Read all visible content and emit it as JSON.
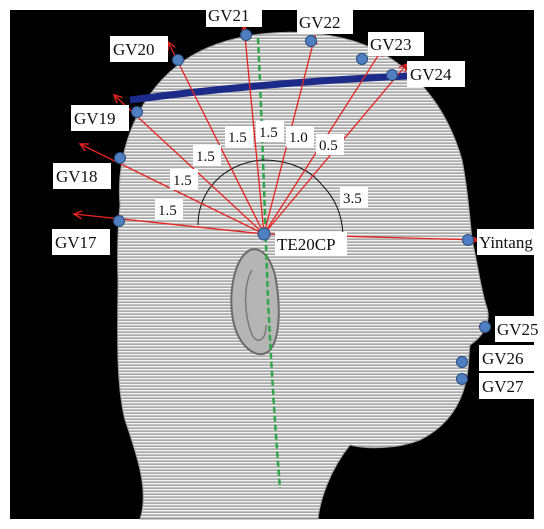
{
  "figure": {
    "background": "#000000",
    "head_fill": "#cfcfcf",
    "ray_color": "#e8231f",
    "marker_color": "#4f7fc0",
    "midline_color": "#2ea84a",
    "band_color": "#1c2a8a"
  },
  "center": {
    "label": "TE20CP"
  },
  "points": [
    {
      "key": "gv17",
      "label": "GV17"
    },
    {
      "key": "gv18",
      "label": "GV18"
    },
    {
      "key": "gv19",
      "label": "GV19"
    },
    {
      "key": "gv20",
      "label": "GV20"
    },
    {
      "key": "gv21",
      "label": "GV21"
    },
    {
      "key": "gv22",
      "label": "GV22"
    },
    {
      "key": "gv23",
      "label": "GV23"
    },
    {
      "key": "gv24",
      "label": "GV24"
    },
    {
      "key": "yintang",
      "label": "Yintang"
    },
    {
      "key": "gv25",
      "label": "GV25"
    },
    {
      "key": "gv26",
      "label": "GV26"
    },
    {
      "key": "gv27",
      "label": "GV27"
    }
  ],
  "angles": [
    "1.5",
    "1.5",
    "1.5",
    "1.5",
    "1.5",
    "1.0",
    "0.5",
    "3.5"
  ]
}
